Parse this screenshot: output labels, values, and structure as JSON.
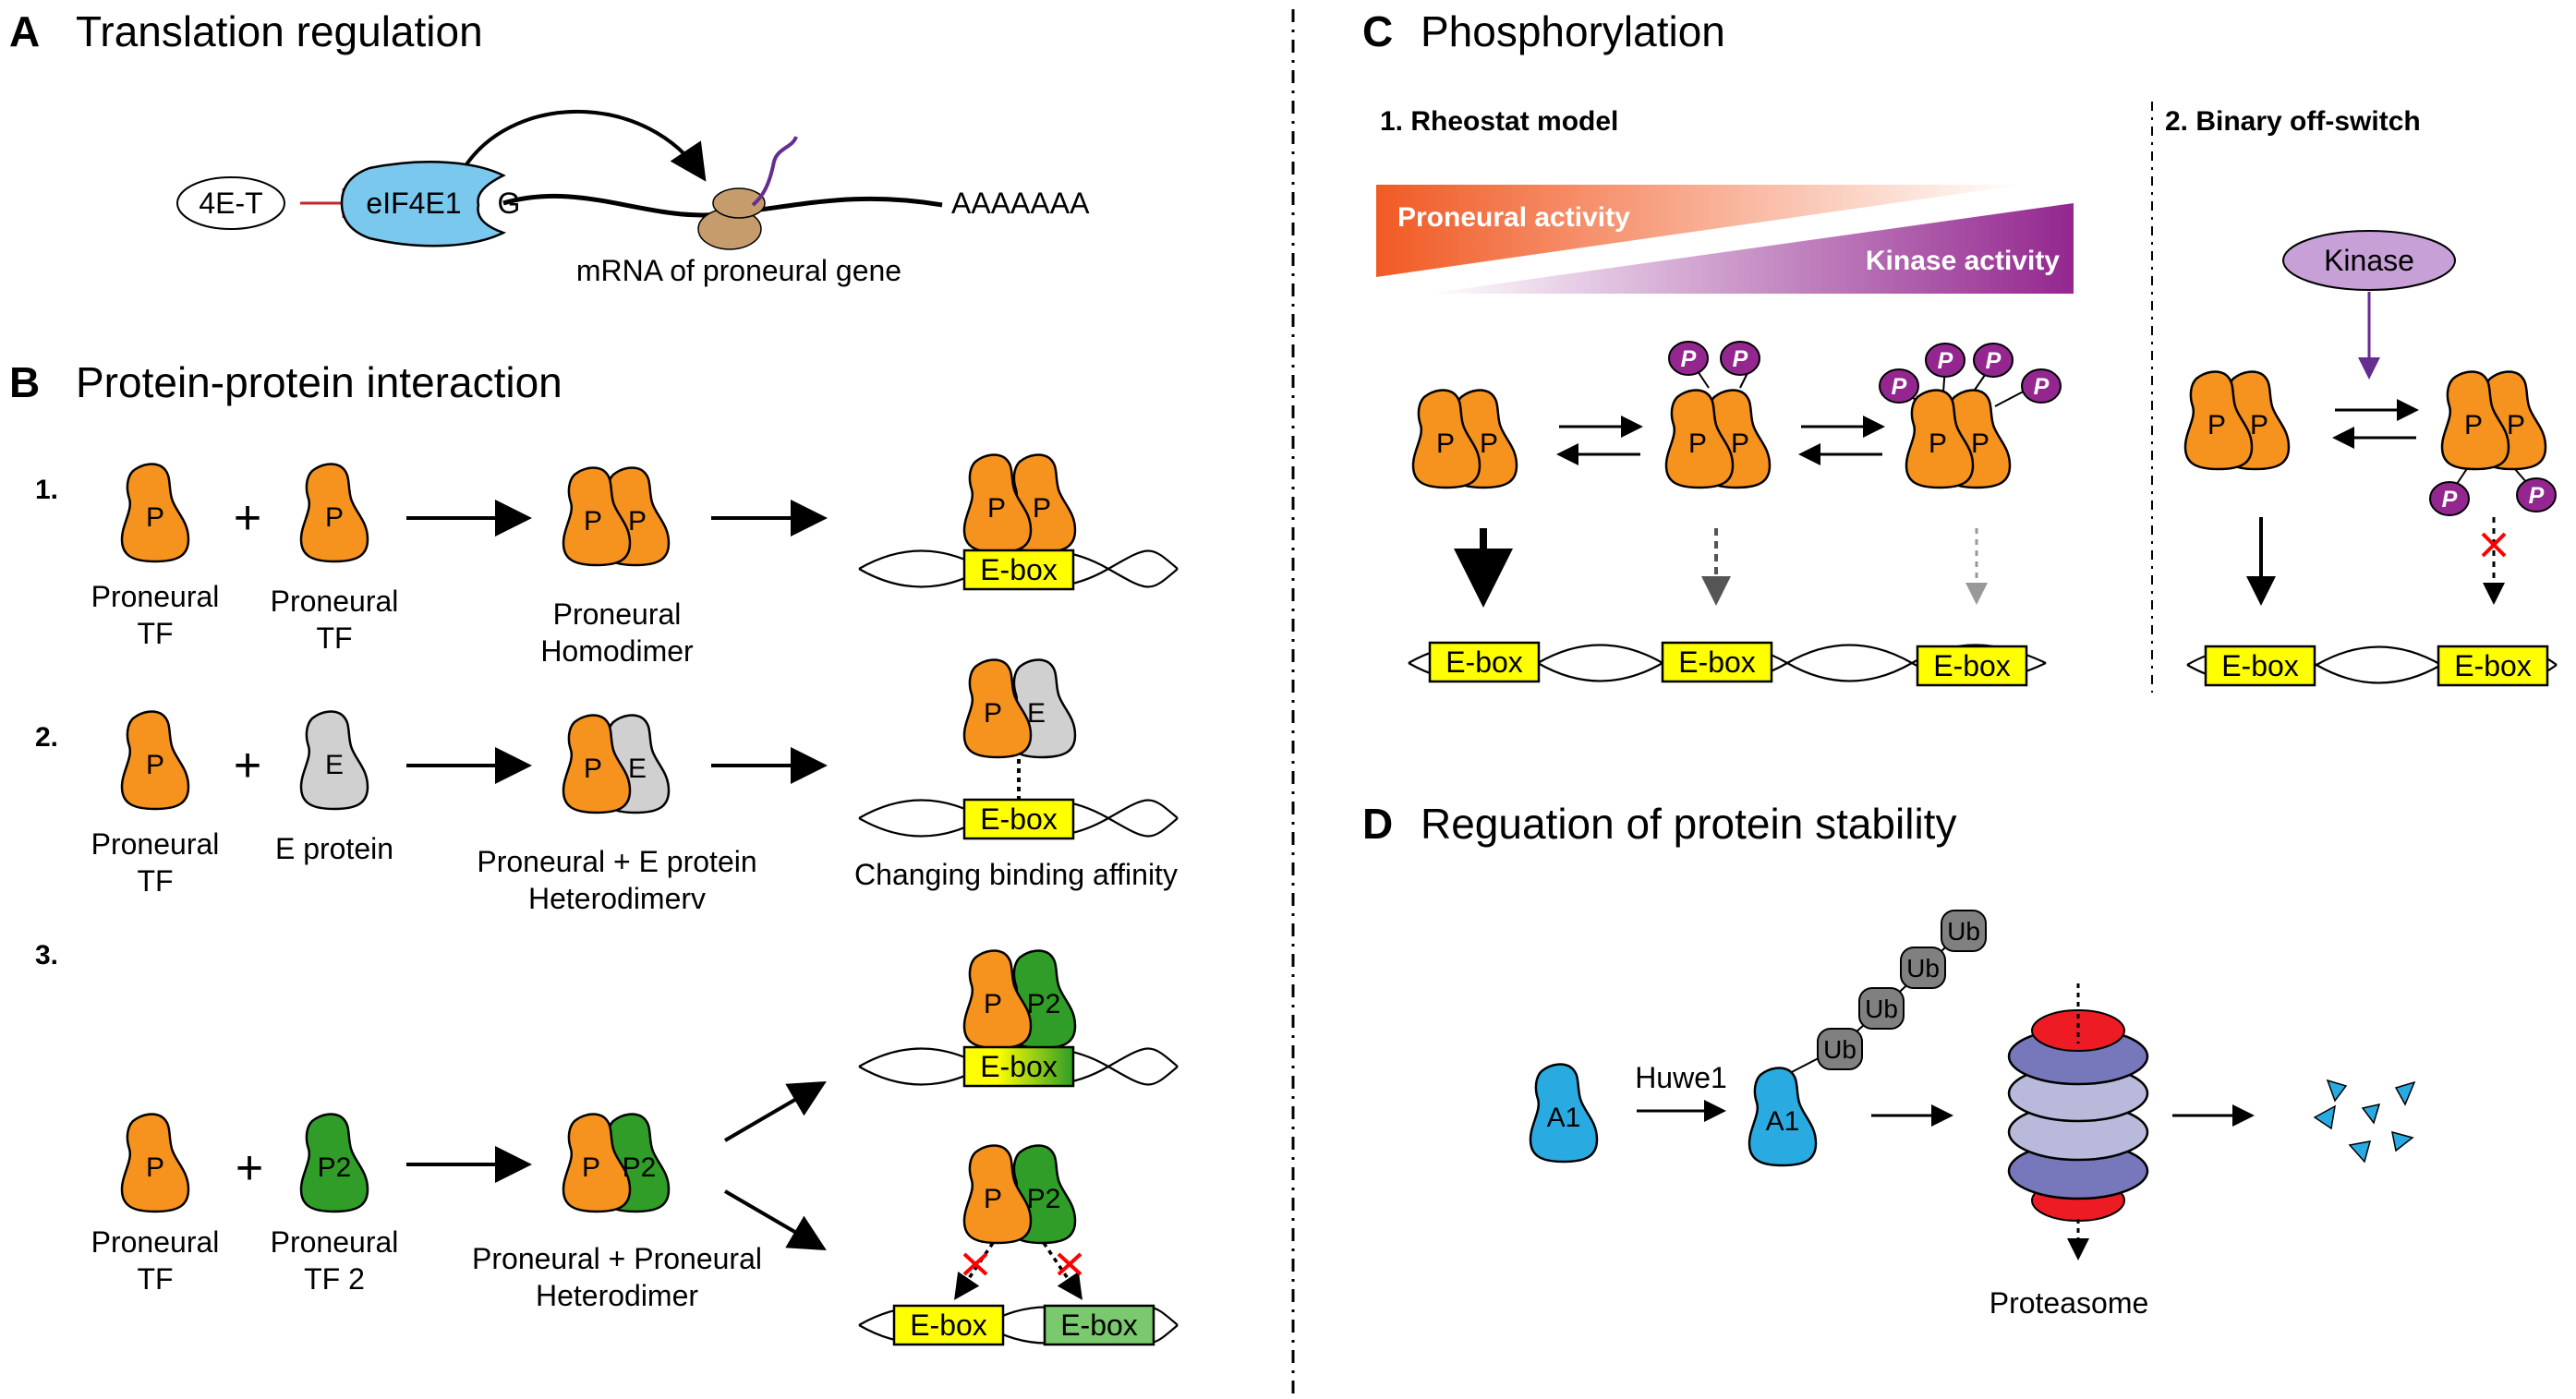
{
  "panel_a": {
    "letter": "A",
    "title": "Translation regulation",
    "inhibitor": "4E-T",
    "factor": "eIF4E1",
    "cap": "G",
    "poly_a": "AAAAAAA",
    "mrna_label": "mRNA of proneural gene"
  },
  "panel_b": {
    "letter": "B",
    "title": "Protein-protein interaction",
    "row1": {
      "num": "1.",
      "mol1": "P",
      "mol1_label_1": "Proneural",
      "mol1_label_2": "TF",
      "mol2": "P",
      "mol2_label_1": "Proneural",
      "mol2_label_2": "TF",
      "plus": "+",
      "dimer_left": "P",
      "dimer_right": "P",
      "dimer_label_1": "Proneural",
      "dimer_label_2": "Homodimer",
      "bound_left": "P",
      "bound_right": "P",
      "ebox": "E-box"
    },
    "row2": {
      "num": "2.",
      "mol1": "P",
      "mol1_label_1": "Proneural",
      "mol1_label_2": "TF",
      "mol2": "E",
      "mol2_label": "E protein",
      "plus": "+",
      "dimer_left": "P",
      "dimer_right": "E",
      "dimer_label_1": "Proneural + E protein",
      "dimer_label_2": "Heterodimerv",
      "bound_left": "P",
      "bound_right": "E",
      "ebox": "E-box",
      "result_label": "Changing binding affinity"
    },
    "row3": {
      "num": "3.",
      "mol1": "P",
      "mol1_label_1": "Proneural",
      "mol1_label_2": "TF",
      "mol2": "P2",
      "mol2_label_1": "Proneural",
      "mol2_label_2": "TF 2",
      "plus": "+",
      "dimer_left": "P",
      "dimer_right": "P2",
      "dimer_label_1": "Proneural + Proneural",
      "dimer_label_2": "Heterodimer",
      "bound_left": "P",
      "bound_right": "P2",
      "ebox": "E-box",
      "ebox_left": "E-box",
      "ebox_right": "E-box"
    }
  },
  "panel_c": {
    "letter": "C",
    "title": "Phosphorylation",
    "model1": {
      "title": "1. Rheostat model",
      "bar_top": "Proneural activity",
      "bar_bottom": "Kinase activity",
      "dimer_text": "P",
      "phospho": "P",
      "ebox": "E-box"
    },
    "model2": {
      "title": "2. Binary off-switch",
      "kinase": "Kinase",
      "dimer_text": "P",
      "phospho": "P",
      "ebox": "E-box"
    }
  },
  "panel_d": {
    "letter": "D",
    "title": "Reguation of protein stability",
    "substrate": "A1",
    "ligase": "Huwe1",
    "ubiquitin": "Ub",
    "proteasome": "Proteasome"
  },
  "colors": {
    "proneural": "#f6921e",
    "e_protein": "#d0d0d0",
    "proneural_2": "#2f9d27",
    "ebox": "#ffff00",
    "phospho": "#93278f",
    "kinase": "#c6a0d6",
    "eif4e1": "#7ac8ee",
    "a1": "#29abe2",
    "ubiquitin": "#808080",
    "inhibition": "#c1272d",
    "block_cross": "#ff0000"
  }
}
